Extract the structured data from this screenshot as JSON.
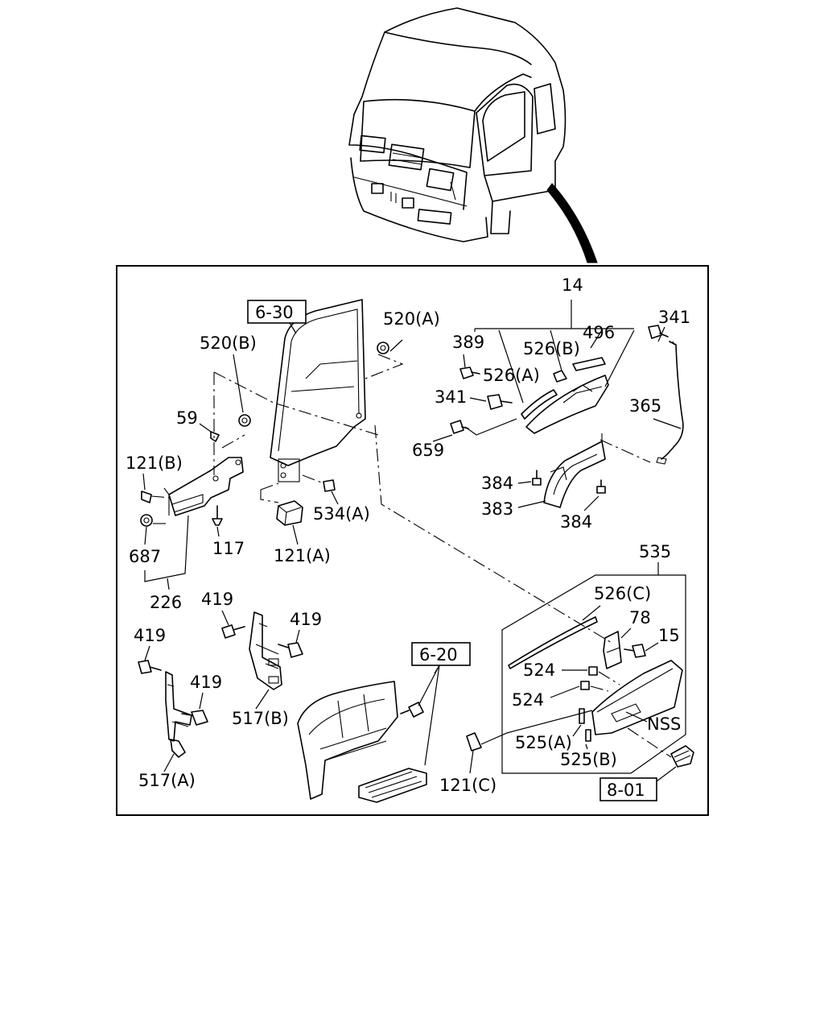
{
  "labels": {
    "p14": "14",
    "p341a": "341",
    "p389": "389",
    "p526b": "526(B)",
    "p496": "496",
    "p526a": "526(A)",
    "p341b": "341",
    "p365": "365",
    "p659": "659",
    "p384a": "384",
    "p383": "383",
    "p384b": "384",
    "p520a": "520(A)",
    "p520b": "520(B)",
    "p59": "59",
    "p121b": "121(B)",
    "p534a": "534(A)",
    "p117": "117",
    "p121a": "121(A)",
    "p687": "687",
    "p226": "226",
    "p419a": "419",
    "p419b": "419",
    "p419c": "419",
    "p419d": "419",
    "p517b": "517(B)",
    "p517a": "517(A)",
    "p535": "535",
    "p526c": "526(C)",
    "p78": "78",
    "p15": "15",
    "p524a": "524",
    "p524b": "524",
    "pNSS": "NSS",
    "p525a": "525(A)",
    "p525b": "525(B)",
    "p121c": "121(C)"
  },
  "refs": {
    "r630": "6-30",
    "r620": "6-20",
    "r801": "8-01"
  }
}
